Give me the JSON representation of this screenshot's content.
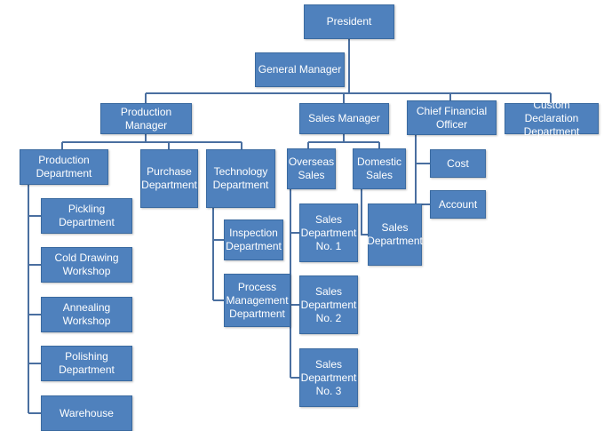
{
  "nodes": {
    "president": "President",
    "general_manager": "General Manager",
    "production_manager": "Production Manager",
    "sales_manager": "Sales Manager",
    "cfo": "Chief Financial\nOfficer",
    "custom_declaration": "Custom Declaration\nDepartment",
    "production_department": "Production\nDepartment",
    "purchase_department": "Purchase\nDepartment",
    "technology_department": "Technology\nDepartment",
    "pickling_department": "Pickling Department",
    "cold_drawing_workshop": "Cold Drawing\nWorkshop",
    "annealing_workshop": "Annealing Workshop",
    "polishing_department": "Polishing\nDepartment",
    "warehouse": "Warehouse",
    "inspection_department": "Inspection\nDepartment",
    "process_management_department": "Process\nManagement\nDepartment",
    "overseas_sales": "Overseas\nSales",
    "domestic_sales": "Domestic\nSales",
    "sales_department_no1": "Sales\nDepartment\nNo. 1",
    "sales_department_no2": "Sales\nDepartment\nNo. 2",
    "sales_department_no3": "Sales\nDepartment\nNo. 3",
    "sales_department": "Sales\nDepartment",
    "cost": "Cost",
    "account": "Account"
  }
}
